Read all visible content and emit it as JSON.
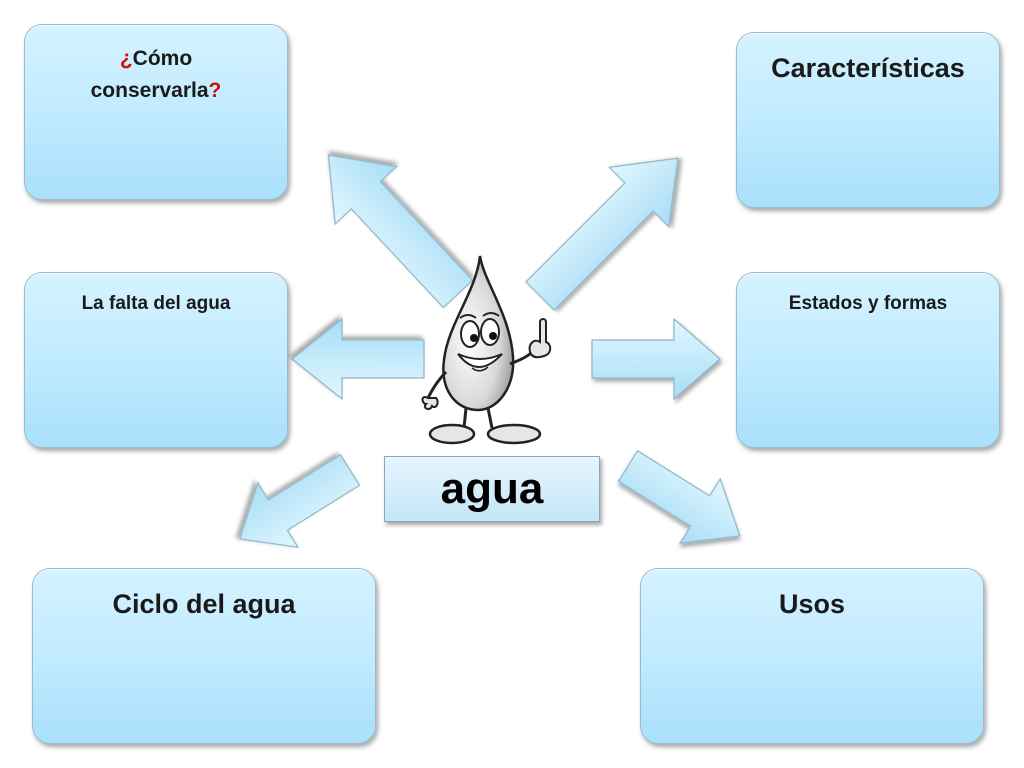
{
  "center": {
    "label": "agua"
  },
  "boxes": {
    "conservar": {
      "q_open": "¿",
      "text_a": "Cómo",
      "text_b": "conservarla",
      "q_close": "?"
    },
    "caracteristicas": {
      "label": "Características"
    },
    "falta": {
      "label": "La falta del agua"
    },
    "estados": {
      "label": "Estados y formas"
    },
    "ciclo": {
      "label": "Ciclo del agua"
    },
    "usos": {
      "label": "Usos"
    }
  },
  "colors": {
    "box_fill": "#bfeaff",
    "arrow_fill": "#bfeaff",
    "question_mark": "#d01010"
  },
  "icons": {
    "mascot": "water-drop-mascot-icon"
  }
}
